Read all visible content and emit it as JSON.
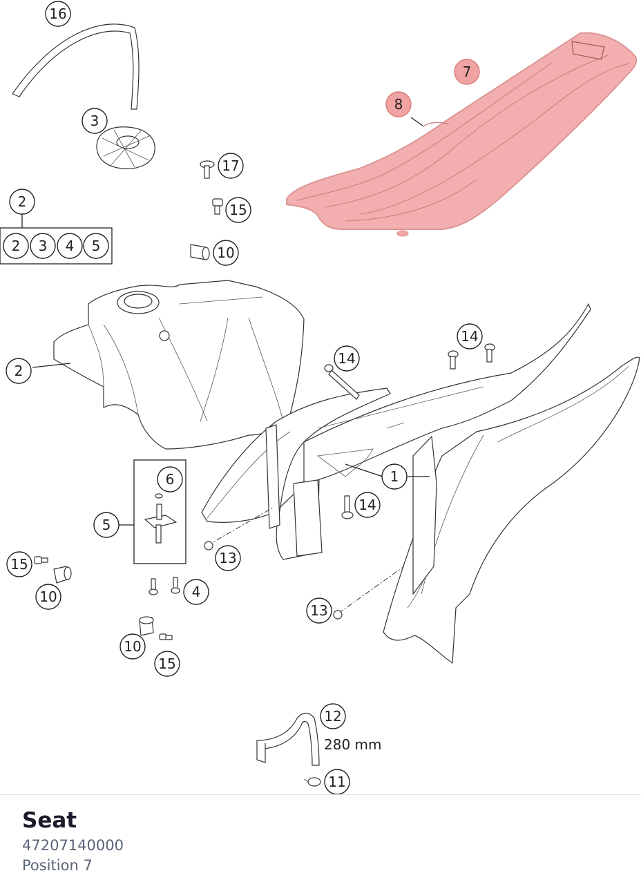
{
  "diagram": {
    "callouts": [
      {
        "id": "c16",
        "label": "16"
      },
      {
        "id": "c3",
        "label": "3"
      },
      {
        "id": "c2a",
        "label": "2"
      },
      {
        "id": "c2b",
        "label": "2"
      },
      {
        "id": "c3b",
        "label": "3"
      },
      {
        "id": "c4b",
        "label": "4"
      },
      {
        "id": "c5b",
        "label": "5"
      },
      {
        "id": "c17",
        "label": "17"
      },
      {
        "id": "c15a",
        "label": "15"
      },
      {
        "id": "c10a",
        "label": "10"
      },
      {
        "id": "c7",
        "label": "7"
      },
      {
        "id": "c8",
        "label": "8"
      },
      {
        "id": "c2c",
        "label": "2"
      },
      {
        "id": "c14a",
        "label": "14"
      },
      {
        "id": "c14b",
        "label": "14"
      },
      {
        "id": "c1",
        "label": "1"
      },
      {
        "id": "c14c",
        "label": "14"
      },
      {
        "id": "c6",
        "label": "6"
      },
      {
        "id": "c5",
        "label": "5"
      },
      {
        "id": "c13a",
        "label": "13"
      },
      {
        "id": "c15b",
        "label": "15"
      },
      {
        "id": "c10b",
        "label": "10"
      },
      {
        "id": "c4",
        "label": "4"
      },
      {
        "id": "c13b",
        "label": "13"
      },
      {
        "id": "c10c",
        "label": "10"
      },
      {
        "id": "c15c",
        "label": "15"
      },
      {
        "id": "c12",
        "label": "12"
      },
      {
        "id": "c11",
        "label": "11"
      }
    ],
    "hose_length": "280 mm",
    "highlight_color": "#f0a3a3"
  },
  "part": {
    "name": "Seat",
    "number": "47207140000",
    "position": "Position 7"
  }
}
